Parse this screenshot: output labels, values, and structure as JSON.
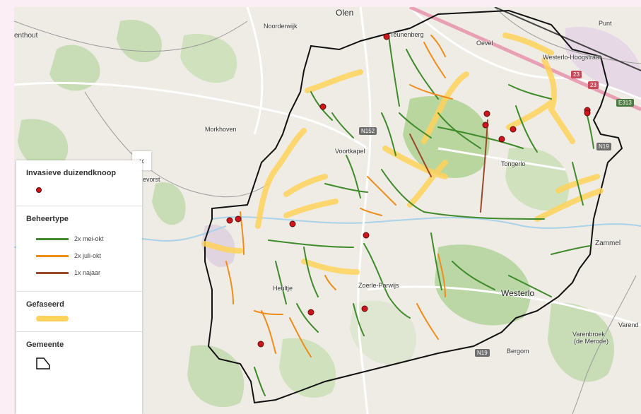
{
  "legend": {
    "close_icon": "×",
    "sections": [
      {
        "title": "Invasieve duizendknoop",
        "marker": "red-dot"
      },
      {
        "title": "Beheertype",
        "items": [
          {
            "label": "2x mei-okt",
            "color": "#3f8a2a"
          },
          {
            "label": "2x juli-okt",
            "color": "#f08c1a"
          },
          {
            "label": "1x najaar",
            "color": "#9a4a2a"
          }
        ]
      },
      {
        "title": "Gefaseerd",
        "color": "#ffd35a"
      },
      {
        "title": "Gemeente",
        "icon": "polygon-outline-icon"
      }
    ]
  },
  "places": {
    "olen": "Olen",
    "noorderwijk": "Noorderwijk",
    "teunenberg": "Teunenberg",
    "oevel": "Oevel",
    "punt": "Punt",
    "westerlo_hoogstraat": "Westerlo-Hoogstraat",
    "enthout": "enthout",
    "morkhoven": "Morkhoven",
    "voortkapel": "Voortkapel",
    "tongerlo": "Tongerlo",
    "evorst": "evorst",
    "zammel": "Zammel",
    "heultje": "Heultje",
    "zoerle_parwijs": "Zoerle-Parwijs",
    "westerlo": "Westerlo",
    "varendonk": "Varend",
    "varenbroek": "Varenbroek",
    "de_merode": "(de Merode)",
    "bergom": "Bergom"
  },
  "roads": {
    "n152": "N152",
    "n19_east": "N19",
    "n19_south": "N19",
    "e313": "E313",
    "a23": "23",
    "a23b": "23"
  },
  "colors": {
    "green_route": "#3f8a2a",
    "orange_route": "#f08c1a",
    "brown_route": "#9a4a2a",
    "phased_glow": "#ffd35a",
    "marker": "#d0141b",
    "municipality_border": "#111111"
  }
}
